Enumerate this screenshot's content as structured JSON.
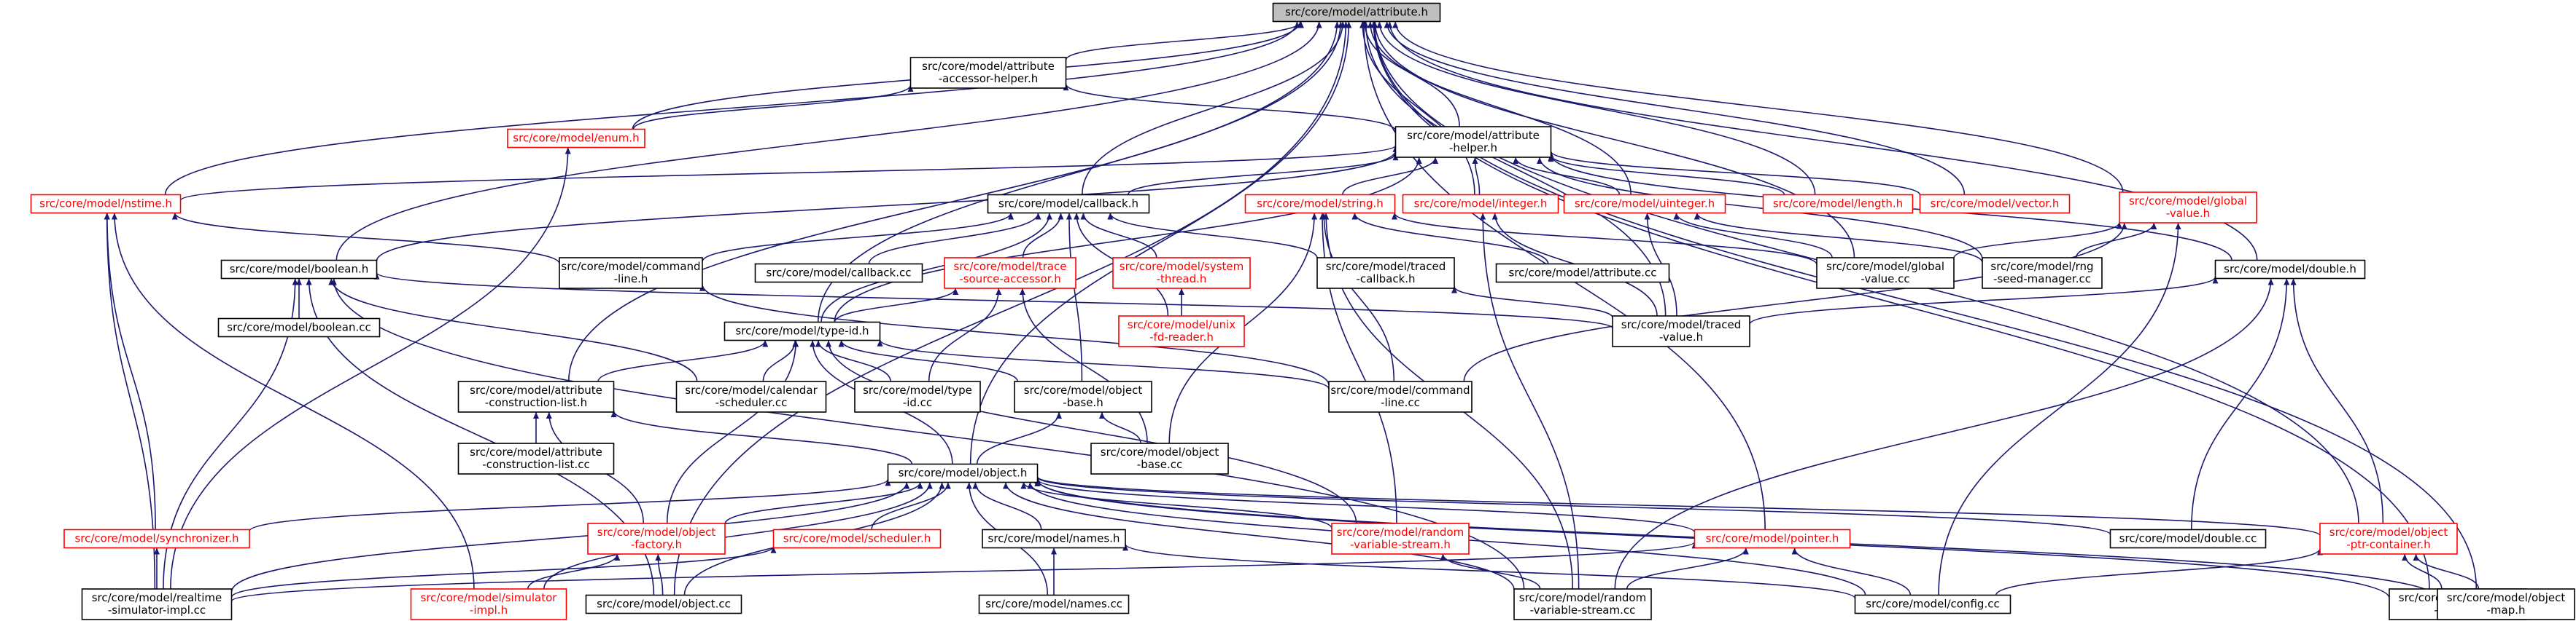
{
  "graph": {
    "title": "",
    "nodes": [
      {
        "id": "attribute_h",
        "lines": [
          "src/core/model/attribute.h"
        ],
        "color": "root"
      },
      {
        "id": "accessor_helper",
        "lines": [
          "src/core/model/attribute",
          "-accessor-helper.h"
        ],
        "color": "black"
      },
      {
        "id": "enum_h",
        "lines": [
          "src/core/model/enum.h"
        ],
        "color": "red"
      },
      {
        "id": "attribute_helper",
        "lines": [
          "src/core/model/attribute",
          "-helper.h"
        ],
        "color": "black"
      },
      {
        "id": "nstime_h",
        "lines": [
          "src/core/model/nstime.h"
        ],
        "color": "red"
      },
      {
        "id": "callback_h",
        "lines": [
          "src/core/model/callback.h"
        ],
        "color": "black"
      },
      {
        "id": "string_h",
        "lines": [
          "src/core/model/string.h"
        ],
        "color": "red"
      },
      {
        "id": "integer_h",
        "lines": [
          "src/core/model/integer.h"
        ],
        "color": "red"
      },
      {
        "id": "uinteger_h",
        "lines": [
          "src/core/model/uinteger.h"
        ],
        "color": "red"
      },
      {
        "id": "length_h",
        "lines": [
          "src/core/model/length.h"
        ],
        "color": "red"
      },
      {
        "id": "vector_h",
        "lines": [
          "src/core/model/vector.h"
        ],
        "color": "red"
      },
      {
        "id": "global_value_h",
        "lines": [
          "src/core/model/global",
          "-value.h"
        ],
        "color": "red"
      },
      {
        "id": "boolean_h",
        "lines": [
          "src/core/model/boolean.h"
        ],
        "color": "black"
      },
      {
        "id": "command_line_h",
        "lines": [
          "src/core/model/command",
          "-line.h"
        ],
        "color": "black"
      },
      {
        "id": "callback_cc",
        "lines": [
          "src/core/model/callback.cc"
        ],
        "color": "black"
      },
      {
        "id": "trace_source_accessor",
        "lines": [
          "src/core/model/trace",
          "-source-accessor.h"
        ],
        "color": "red"
      },
      {
        "id": "system_thread",
        "lines": [
          "src/core/model/system",
          "-thread.h"
        ],
        "color": "red"
      },
      {
        "id": "traced_callback",
        "lines": [
          "src/core/model/traced",
          "-callback.h"
        ],
        "color": "black"
      },
      {
        "id": "attribute_cc",
        "lines": [
          "src/core/model/attribute.cc"
        ],
        "color": "black"
      },
      {
        "id": "global_value_cc",
        "lines": [
          "src/core/model/global",
          "-value.cc"
        ],
        "color": "black"
      },
      {
        "id": "rng_seed_manager",
        "lines": [
          "src/core/model/rng",
          "-seed-manager.cc"
        ],
        "color": "black"
      },
      {
        "id": "double_h",
        "lines": [
          "src/core/model/double.h"
        ],
        "color": "black"
      },
      {
        "id": "boolean_cc",
        "lines": [
          "src/core/model/boolean.cc"
        ],
        "color": "black"
      },
      {
        "id": "type_id_h",
        "lines": [
          "src/core/model/type-id.h"
        ],
        "color": "black"
      },
      {
        "id": "unix_fd_reader",
        "lines": [
          "src/core/model/unix",
          "-fd-reader.h"
        ],
        "color": "red"
      },
      {
        "id": "traced_value",
        "lines": [
          "src/core/model/traced",
          "-value.h"
        ],
        "color": "black"
      },
      {
        "id": "attribute_construction_list_h",
        "lines": [
          "src/core/model/attribute",
          "-construction-list.h"
        ],
        "color": "black"
      },
      {
        "id": "calendar_scheduler",
        "lines": [
          "src/core/model/calendar",
          "-scheduler.cc"
        ],
        "color": "black"
      },
      {
        "id": "type_id_cc",
        "lines": [
          "src/core/model/type",
          "-id.cc"
        ],
        "color": "black"
      },
      {
        "id": "object_base_h",
        "lines": [
          "src/core/model/object",
          "-base.h"
        ],
        "color": "black"
      },
      {
        "id": "command_line_cc",
        "lines": [
          "src/core/model/command",
          "-line.cc"
        ],
        "color": "black"
      },
      {
        "id": "attribute_construction_list_cc",
        "lines": [
          "src/core/model/attribute",
          "-construction-list.cc"
        ],
        "color": "black"
      },
      {
        "id": "object_base_cc",
        "lines": [
          "src/core/model/object",
          "-base.cc"
        ],
        "color": "black"
      },
      {
        "id": "object_h",
        "lines": [
          "src/core/model/object.h"
        ],
        "color": "black"
      },
      {
        "id": "synchronizer_h",
        "lines": [
          "src/core/model/synchronizer.h"
        ],
        "color": "red"
      },
      {
        "id": "object_factory",
        "lines": [
          "src/core/model/object",
          "-factory.h"
        ],
        "color": "red"
      },
      {
        "id": "scheduler_h",
        "lines": [
          "src/core/model/scheduler.h"
        ],
        "color": "red"
      },
      {
        "id": "names_h",
        "lines": [
          "src/core/model/names.h"
        ],
        "color": "black"
      },
      {
        "id": "random_variable_stream_h",
        "lines": [
          "src/core/model/random",
          "-variable-stream.h"
        ],
        "color": "red"
      },
      {
        "id": "pointer_h",
        "lines": [
          "src/core/model/pointer.h"
        ],
        "color": "red"
      },
      {
        "id": "double_cc",
        "lines": [
          "src/core/model/double.cc"
        ],
        "color": "black"
      },
      {
        "id": "object_ptr_container",
        "lines": [
          "src/core/model/object",
          "-ptr-container.h"
        ],
        "color": "red"
      },
      {
        "id": "realtime_simulator_impl",
        "lines": [
          "src/core/model/realtime",
          "-simulator-impl.cc"
        ],
        "color": "black"
      },
      {
        "id": "simulator_impl",
        "lines": [
          "src/core/model/simulator",
          "-impl.h"
        ],
        "color": "red"
      },
      {
        "id": "object_cc",
        "lines": [
          "src/core/model/object.cc"
        ],
        "color": "black"
      },
      {
        "id": "names_cc",
        "lines": [
          "src/core/model/names.cc"
        ],
        "color": "black"
      },
      {
        "id": "random_variable_stream_cc",
        "lines": [
          "src/core/model/random",
          "-variable-stream.cc"
        ],
        "color": "black"
      },
      {
        "id": "config_cc",
        "lines": [
          "src/core/model/config.cc"
        ],
        "color": "black"
      },
      {
        "id": "object_vector",
        "lines": [
          "src/core/model/object",
          "-vector.h"
        ],
        "color": "black"
      },
      {
        "id": "object_map",
        "lines": [
          "src/core/model/object",
          "-map.h"
        ],
        "color": "black"
      }
    ],
    "edges": [
      [
        "accessor_helper",
        "attribute_h"
      ],
      [
        "enum_h",
        "attribute_h"
      ],
      [
        "enum_h",
        "accessor_helper"
      ],
      [
        "attribute_helper",
        "attribute_h"
      ],
      [
        "attribute_helper",
        "accessor_helper"
      ],
      [
        "nstime_h",
        "attribute_h"
      ],
      [
        "nstime_h",
        "attribute_helper"
      ],
      [
        "callback_h",
        "attribute_h"
      ],
      [
        "callback_h",
        "attribute_helper"
      ],
      [
        "string_h",
        "attribute_helper"
      ],
      [
        "integer_h",
        "attribute_h"
      ],
      [
        "integer_h",
        "attribute_helper"
      ],
      [
        "uinteger_h",
        "attribute_h"
      ],
      [
        "uinteger_h",
        "attribute_helper"
      ],
      [
        "length_h",
        "attribute_h"
      ],
      [
        "length_h",
        "attribute_helper"
      ],
      [
        "vector_h",
        "attribute_h"
      ],
      [
        "vector_h",
        "attribute_helper"
      ],
      [
        "global_value_h",
        "attribute_h"
      ],
      [
        "boolean_h",
        "attribute_h"
      ],
      [
        "boolean_h",
        "attribute_helper"
      ],
      [
        "command_line_h",
        "callback_h"
      ],
      [
        "command_line_h",
        "nstime_h"
      ],
      [
        "callback_cc",
        "callback_h"
      ],
      [
        "trace_source_accessor",
        "callback_h"
      ],
      [
        "system_thread",
        "callback_h"
      ],
      [
        "traced_callback",
        "callback_h"
      ],
      [
        "attribute_cc",
        "string_h"
      ],
      [
        "global_value_cc",
        "attribute_h"
      ],
      [
        "global_value_cc",
        "global_value_h"
      ],
      [
        "global_value_cc",
        "string_h"
      ],
      [
        "global_value_cc",
        "uinteger_h"
      ],
      [
        "rng_seed_manager",
        "global_value_h"
      ],
      [
        "rng_seed_manager",
        "uinteger_h"
      ],
      [
        "rng_seed_manager",
        "attribute_helper"
      ],
      [
        "double_h",
        "attribute_h"
      ],
      [
        "double_h",
        "attribute_helper"
      ],
      [
        "boolean_cc",
        "boolean_h"
      ],
      [
        "type_id_h",
        "attribute_h"
      ],
      [
        "type_id_h",
        "callback_h"
      ],
      [
        "type_id_h",
        "trace_source_accessor"
      ],
      [
        "type_id_h",
        "attribute_helper"
      ],
      [
        "unix_fd_reader",
        "system_thread"
      ],
      [
        "unix_fd_reader",
        "callback_h"
      ],
      [
        "traced_value",
        "traced_callback"
      ],
      [
        "traced_value",
        "boolean_h"
      ],
      [
        "traced_value",
        "double_h"
      ],
      [
        "traced_value",
        "integer_h"
      ],
      [
        "traced_value",
        "uinteger_h"
      ],
      [
        "traced_value",
        "attribute_h"
      ],
      [
        "attribute_construction_list_h",
        "attribute_h"
      ],
      [
        "attribute_construction_list_h",
        "type_id_h"
      ],
      [
        "calendar_scheduler",
        "type_id_h"
      ],
      [
        "calendar_scheduler",
        "boolean_h"
      ],
      [
        "type_id_cc",
        "type_id_h"
      ],
      [
        "type_id_cc",
        "trace_source_accessor"
      ],
      [
        "object_base_h",
        "type_id_h"
      ],
      [
        "object_base_h",
        "callback_h"
      ],
      [
        "command_line_cc",
        "command_line_h"
      ],
      [
        "command_line_cc",
        "type_id_h"
      ],
      [
        "command_line_cc",
        "string_h"
      ],
      [
        "command_line_cc",
        "global_value_h"
      ],
      [
        "attribute_construction_list_cc",
        "attribute_construction_list_h"
      ],
      [
        "object_base_cc",
        "object_base_h"
      ],
      [
        "object_base_cc",
        "trace_source_accessor"
      ],
      [
        "object_base_cc",
        "string_h"
      ],
      [
        "object_h",
        "attribute_h"
      ],
      [
        "object_h",
        "object_base_h"
      ],
      [
        "object_h",
        "attribute_construction_list_h"
      ],
      [
        "object_h",
        "type_id_h"
      ],
      [
        "synchronizer_h",
        "object_h"
      ],
      [
        "synchronizer_h",
        "nstime_h"
      ],
      [
        "object_factory",
        "object_h"
      ],
      [
        "object_factory",
        "type_id_h"
      ],
      [
        "object_factory",
        "attribute_construction_list_h"
      ],
      [
        "scheduler_h",
        "object_h"
      ],
      [
        "names_h",
        "object_h"
      ],
      [
        "random_variable_stream_h",
        "object_h"
      ],
      [
        "random_variable_stream_h",
        "type_id_h"
      ],
      [
        "random_variable_stream_h",
        "string_h"
      ],
      [
        "pointer_h",
        "object_h"
      ],
      [
        "pointer_h",
        "attribute_h"
      ],
      [
        "double_cc",
        "object_h"
      ],
      [
        "double_cc",
        "double_h"
      ],
      [
        "object_ptr_container",
        "object_h"
      ],
      [
        "object_ptr_container",
        "attribute_h"
      ],
      [
        "object_ptr_container",
        "double_h"
      ],
      [
        "realtime_simulator_impl",
        "synchronizer_h"
      ],
      [
        "realtime_simulator_impl",
        "scheduler_h"
      ],
      [
        "realtime_simulator_impl",
        "object_h"
      ],
      [
        "realtime_simulator_impl",
        "nstime_h"
      ],
      [
        "realtime_simulator_impl",
        "boolean_h"
      ],
      [
        "realtime_simulator_impl",
        "pointer_h"
      ],
      [
        "realtime_simulator_impl",
        "enum_h"
      ],
      [
        "simulator_impl",
        "object_factory"
      ],
      [
        "simulator_impl",
        "object_h"
      ],
      [
        "simulator_impl",
        "nstime_h"
      ],
      [
        "object_cc",
        "object_h"
      ],
      [
        "object_cc",
        "object_factory"
      ],
      [
        "object_cc",
        "attribute_h"
      ],
      [
        "object_cc",
        "boolean_h"
      ],
      [
        "names_cc",
        "names_h"
      ],
      [
        "names_cc",
        "object_h"
      ],
      [
        "random_variable_stream_cc",
        "random_variable_stream_h"
      ],
      [
        "random_variable_stream_cc",
        "pointer_h"
      ],
      [
        "random_variable_stream_cc",
        "boolean_h"
      ],
      [
        "random_variable_stream_cc",
        "double_h"
      ],
      [
        "random_variable_stream_cc",
        "integer_h"
      ],
      [
        "random_variable_stream_cc",
        "string_h"
      ],
      [
        "random_variable_stream_cc",
        "object_h"
      ],
      [
        "config_cc",
        "object_h"
      ],
      [
        "config_cc",
        "pointer_h"
      ],
      [
        "config_cc",
        "names_h"
      ],
      [
        "config_cc",
        "object_ptr_container"
      ],
      [
        "config_cc",
        "global_value_h"
      ],
      [
        "object_vector",
        "object_ptr_container"
      ],
      [
        "object_vector",
        "attribute_h"
      ],
      [
        "object_vector",
        "object_h"
      ],
      [
        "object_map",
        "object_ptr_container"
      ],
      [
        "object_map",
        "attribute_h"
      ],
      [
        "object_map",
        "object_h"
      ]
    ]
  }
}
